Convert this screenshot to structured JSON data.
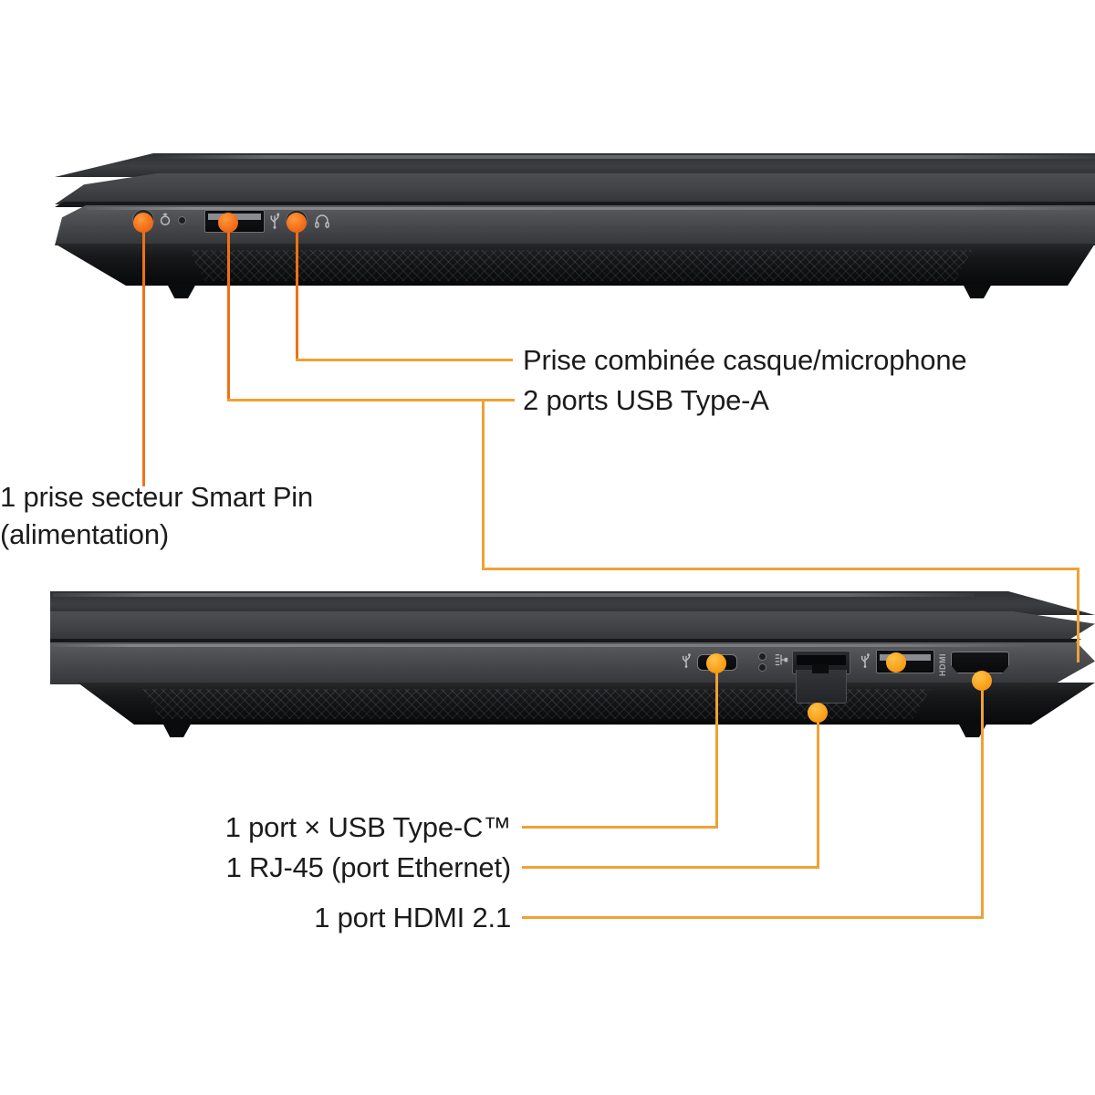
{
  "scene": {
    "description": "HP Victus gaming laptop port diagram, two side profile views with orange callout labels in French",
    "background_color": "#ffffff",
    "accent_orange": "#ef7215",
    "accent_amber": "#f0a135",
    "text_color": "#1c1c1c"
  },
  "callouts": [
    {
      "id": "power-jack",
      "label_line1": "1 prise secteur Smart Pin",
      "label_line2": "(alimentation)",
      "marker_color": "#ef7215",
      "target_port": "smart-pin-power-jack",
      "view": "top"
    },
    {
      "id": "usb-a",
      "label": "2 ports USB Type-A",
      "marker_color": "#ef7215",
      "target_port": "usb-type-a",
      "view": "top-and-bottom"
    },
    {
      "id": "headphone",
      "label": "Prise combinée casque/microphone",
      "marker_color": "#ef7215",
      "target_port": "headphone-mic-combo-jack",
      "view": "top"
    },
    {
      "id": "usb-c",
      "label": "1 port × USB Type-C™",
      "marker_color": "#f0a135",
      "target_port": "usb-type-c",
      "view": "bottom"
    },
    {
      "id": "rj45",
      "label": "1 RJ-45 (port Ethernet)",
      "marker_color": "#f0a135",
      "target_port": "rj45-ethernet",
      "view": "bottom"
    },
    {
      "id": "hdmi",
      "label": "1 port HDMI 2.1",
      "marker_color": "#f0a135",
      "target_port": "hdmi-2-1",
      "view": "bottom"
    }
  ],
  "views": [
    {
      "id": "top-view",
      "name": "left-side-profile",
      "ports": [
        {
          "name": "smart-pin-power-jack",
          "icon": "power-plug-icon",
          "silkscreen": "power-plug"
        },
        {
          "name": "usb-type-a",
          "icon": "usb-superspeed-icon",
          "silkscreen": "SS"
        },
        {
          "name": "headphone-mic-combo-jack",
          "icon": "headphone-icon",
          "silkscreen": "headset"
        }
      ]
    },
    {
      "id": "bottom-view",
      "name": "right-side-profile",
      "ports": [
        {
          "name": "usb-type-c",
          "icon": "usb-superspeed-icon",
          "silkscreen": "SS"
        },
        {
          "name": "rj45-ethernet",
          "icon": "network-icon",
          "silkscreen": "network"
        },
        {
          "name": "usb-type-a",
          "icon": "usb-superspeed-icon",
          "silkscreen": "SS"
        },
        {
          "name": "hdmi-2-1",
          "icon": "hdmi-icon",
          "silkscreen": "HDMI"
        }
      ]
    }
  ]
}
